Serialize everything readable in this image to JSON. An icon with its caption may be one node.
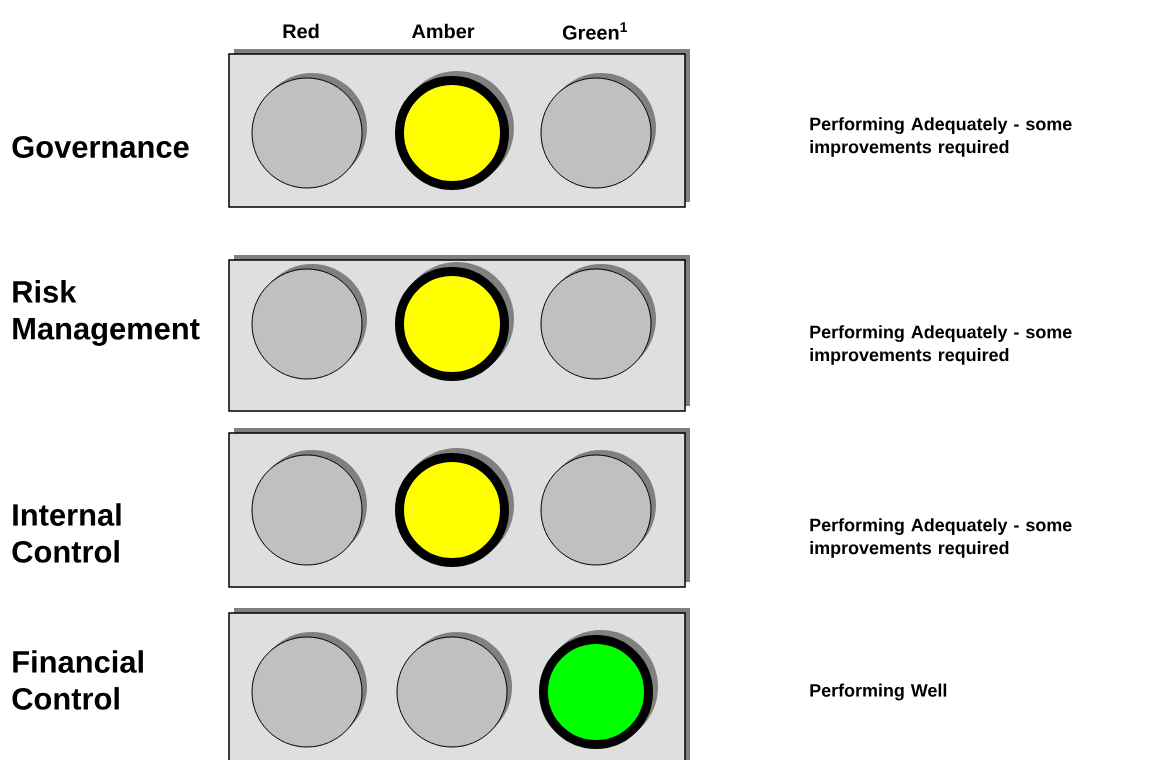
{
  "diagram": {
    "nodes": [
      {
        "text": [],
        "shape": "box",
        "beside": [
          "Governance"
        ]
      },
      {
        "text": [],
        "shape": "circle",
        "in": 0
      },
      {
        "text": [],
        "shape": "circle",
        "in": 0
      },
      {
        "text": [],
        "shape": "circle",
        "in": 0
      },
      {
        "text": [],
        "shape": "box",
        "beside": [
          "Risk Management"
        ]
      },
      {
        "text": [],
        "shape": "circle",
        "in": 4
      },
      {
        "text": [],
        "shape": "circle",
        "in": 4
      },
      {
        "text": [],
        "shape": "circle",
        "in": 4
      },
      {
        "text": [],
        "shape": "box",
        "beside": [
          "Internal Control"
        ]
      },
      {
        "text": [],
        "shape": "circle",
        "in": 8
      },
      {
        "text": [],
        "shape": "circle",
        "in": 8
      },
      {
        "text": [],
        "shape": "circle",
        "in": 8
      },
      {
        "text": [],
        "shape": "box",
        "beside": [
          "Financial Control"
        ]
      },
      {
        "text": [],
        "shape": "circle",
        "in": 12
      },
      {
        "text": [],
        "shape": "circle",
        "in": 12
      },
      {
        "text": [],
        "shape": "circle",
        "in": 12
      }
    ],
    "labels": [
      "Red",
      "Amber",
      "Green$^{1}$",
      "Performing Adequately - some improvements required",
      "Performing Adequately - some improvements required",
      "Performing Adequately - some improvements required",
      "Performing Well"
    ]
  }
}
